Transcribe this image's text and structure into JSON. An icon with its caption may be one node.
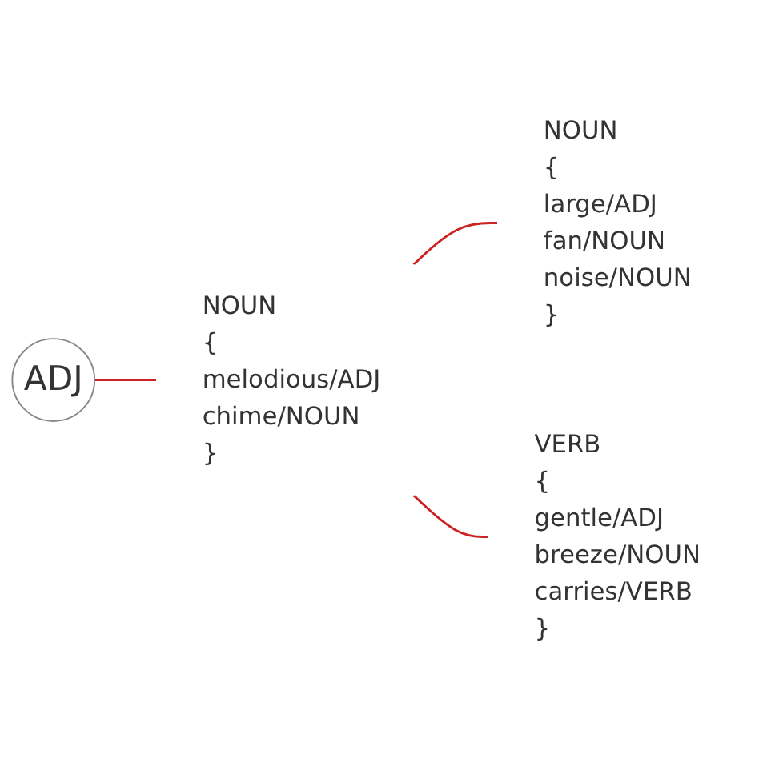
{
  "diagram": {
    "nodes": [
      {
        "text": [
          "ADJ"
        ]
      },
      {
        "text": [
          "NOUN",
          "{",
          "melodious/ADJ",
          "chime/NOUN",
          "}"
        ]
      },
      {
        "text": [
          "NOUN",
          "{",
          "large/ADJ",
          "fan/NOUN",
          "noise/NOUN",
          "}"
        ]
      },
      {
        "text": [
          "VERB",
          "{",
          "gentle/ADJ",
          "breeze/NOUN",
          "carries/VERB",
          "}"
        ]
      }
    ],
    "edges": [
      {
        "from": 0,
        "to": 1,
        "arrow": "none"
      },
      {
        "from": 1,
        "to": 2,
        "arrow": "none"
      },
      {
        "from": 1,
        "to": 3,
        "arrow": "none"
      }
    ]
  }
}
